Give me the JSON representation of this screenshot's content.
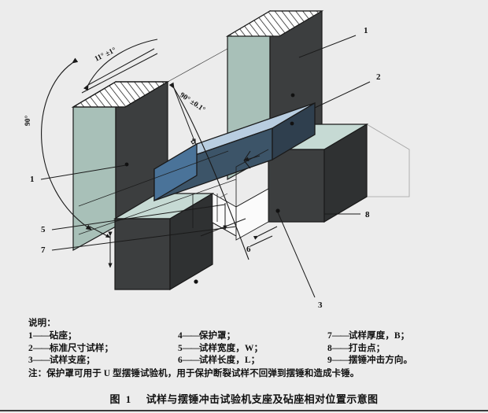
{
  "figure": {
    "background_color": "#ececec",
    "annotations": {
      "angle_top_left": "11° ±1°",
      "angle_left_vertical": "90°",
      "angle_center": "90° ±0.1°"
    },
    "callouts": [
      {
        "id": "c1",
        "label": "1"
      },
      {
        "id": "c2",
        "label": "2"
      },
      {
        "id": "c3",
        "label": "3"
      },
      {
        "id": "c5",
        "label": "5"
      },
      {
        "id": "c6",
        "label": "6"
      },
      {
        "id": "c7",
        "label": "7"
      },
      {
        "id": "c8",
        "label": "8"
      },
      {
        "id": "c1b",
        "label": "1"
      }
    ],
    "colors": {
      "anvil_dark": "#3c3e3f",
      "anvil_dark_side": "#2f3132",
      "support_green": "#a8c0b8",
      "support_green_light": "#c6dad4",
      "specimen_top": "#b8cde0",
      "specimen_front": "#3c5468",
      "specimen_end": "#4a7399",
      "hatch_line": "#1a1a1a",
      "outline": "#1a1a1a"
    }
  },
  "legend": {
    "title": "说明：",
    "columns": [
      [
        {
          "num": "1",
          "dash": "——",
          "text": "砧座；"
        },
        {
          "num": "2",
          "dash": "——",
          "text": "标准尺寸试样；"
        },
        {
          "num": "3",
          "dash": "——",
          "text": "试样支座；"
        }
      ],
      [
        {
          "num": "4",
          "dash": "——",
          "text": "保护罩；"
        },
        {
          "num": "5",
          "dash": "——",
          "text": "试样宽度，W；"
        },
        {
          "num": "6",
          "dash": "——",
          "text": "试样长度，L；"
        }
      ],
      [
        {
          "num": "7",
          "dash": "——",
          "text": "试样厚度，B；"
        },
        {
          "num": "8",
          "dash": "——",
          "text": "打击点；"
        },
        {
          "num": "9",
          "dash": "——",
          "text": "摆锤冲击方向。"
        }
      ]
    ],
    "note": "注：保护罩可用于 U 型摆锤试验机，用于保护断裂试样不回弹到摆锤和造成卡锤。"
  },
  "caption": {
    "prefix": "图 1",
    "text": "试样与摆锤冲击试验机支座及砧座相对位置示意图"
  }
}
